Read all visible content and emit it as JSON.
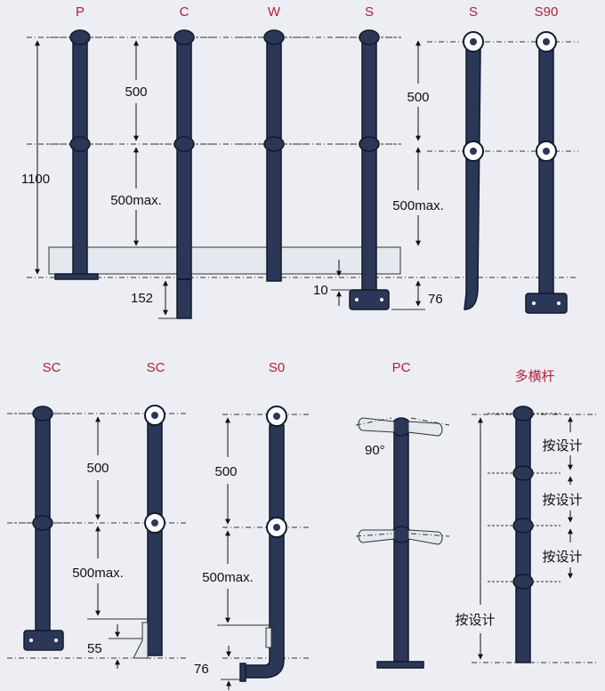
{
  "titles": [
    "P",
    "C",
    "W",
    "S",
    "S",
    "S90",
    "SC",
    "SC",
    "S0",
    "PC",
    "多横杆"
  ],
  "dims": {
    "d500": "500",
    "d500max": "500max.",
    "d1100": "1100",
    "d152": "152",
    "d10": "10",
    "d76": "76",
    "d55": "55",
    "d90": "90°",
    "design": "按设计"
  },
  "colors": {
    "post": "#2b3756",
    "label": "#b3203a",
    "paper": "#eceef3"
  }
}
